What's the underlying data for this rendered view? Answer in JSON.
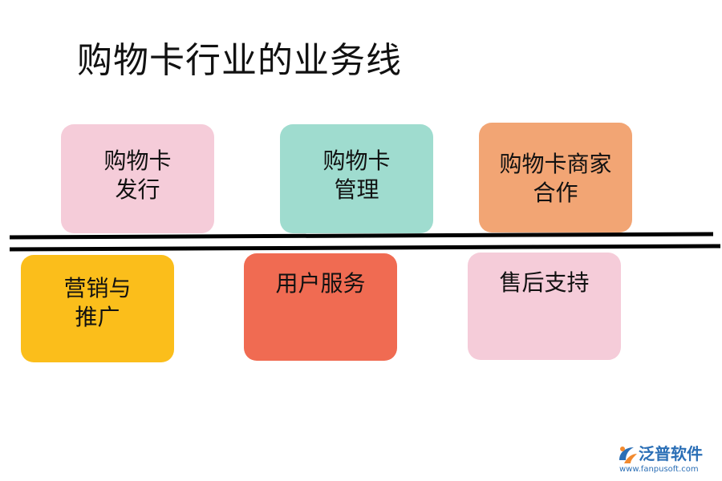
{
  "title": "购物卡行业的业务线",
  "colors": {
    "pink": "#f5ccd9",
    "teal": "#9fdccf",
    "orange": "#f2a574",
    "yellow": "#fbbe1b",
    "coral": "#f06b52",
    "divider": "#000000",
    "logo_blue": "#2b6fb6",
    "logo_orange": "#f28a2e"
  },
  "top_row": [
    {
      "line1": "购物卡",
      "line2": "发行"
    },
    {
      "line1": "购物卡",
      "line2": "管理"
    },
    {
      "line1": "购物卡商家",
      "line2": "合作"
    }
  ],
  "bottom_row": [
    {
      "line1": "营销与",
      "line2": "推广"
    },
    {
      "line1": "用户服务"
    },
    {
      "line1": "售后支持"
    }
  ],
  "logo": {
    "name": "泛普软件",
    "url": "www.fanpusoft.com",
    "icon": "fanpu-logo-icon"
  }
}
